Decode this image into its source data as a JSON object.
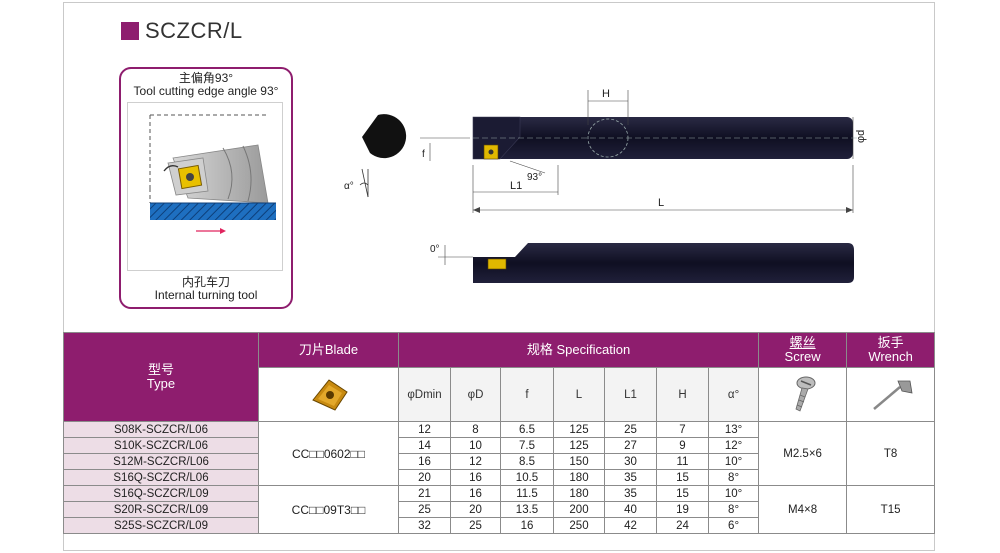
{
  "title": "SCZCR/L",
  "angle_box": {
    "title_cn": "主偏角93°",
    "title_en": "Tool cutting edge angle 93°",
    "caption_cn": "内孔车刀",
    "caption_en": "Internal turning tool"
  },
  "drawing_labels": {
    "H": "H",
    "phi_d": "φd",
    "f": "f",
    "angle93": "93°",
    "L1": "L1",
    "L": "L",
    "alpha": "α°",
    "zero": "0°"
  },
  "table": {
    "type_cn": "型号",
    "type_en": "Type",
    "blade_header": "刀片Blade",
    "spec_header": "规格 Specification",
    "screw_cn": "螺丝",
    "screw_en": "Screw",
    "wrench_cn": "扳手",
    "wrench_en": "Wrench",
    "columns": [
      "φDmin",
      "φD",
      "f",
      "L",
      "L1",
      "H",
      "α°"
    ],
    "blade_groups": [
      "CC□□0602□□",
      "CC□□09T3□□"
    ],
    "screws": [
      "M2.5×6",
      "M4×8"
    ],
    "wrenches": [
      "T8",
      "T15"
    ],
    "rows": [
      {
        "type": "S08K-SCZCR/L06",
        "dmin": "12",
        "d": "8",
        "f": "6.5",
        "L": "125",
        "L1": "25",
        "H": "7",
        "a": "13°"
      },
      {
        "type": "S10K-SCZCR/L06",
        "dmin": "14",
        "d": "10",
        "f": "7.5",
        "L": "125",
        "L1": "27",
        "H": "9",
        "a": "12°"
      },
      {
        "type": "S12M-SCZCR/L06",
        "dmin": "16",
        "d": "12",
        "f": "8.5",
        "L": "150",
        "L1": "30",
        "H": "11",
        "a": "10°"
      },
      {
        "type": "S16Q-SCZCR/L06",
        "dmin": "20",
        "d": "16",
        "f": "10.5",
        "L": "180",
        "L1": "35",
        "H": "15",
        "a": "8°"
      },
      {
        "type": "S16Q-SCZCR/L09",
        "dmin": "21",
        "d": "16",
        "f": "11.5",
        "L": "180",
        "L1": "35",
        "H": "15",
        "a": "10°"
      },
      {
        "type": "S20R-SCZCR/L09",
        "dmin": "25",
        "d": "20",
        "f": "13.5",
        "L": "200",
        "L1": "40",
        "H": "19",
        "a": "8°"
      },
      {
        "type": "S25S-SCZCR/L09",
        "dmin": "32",
        "d": "25",
        "f": "16",
        "L": "250",
        "L1": "42",
        "H": "24",
        "a": "6°"
      }
    ]
  },
  "colors": {
    "accent": "#8e1d6e",
    "type_cell": "#eddde6",
    "insert_gold": "#c8a000",
    "tool_dark": "#14142a"
  }
}
